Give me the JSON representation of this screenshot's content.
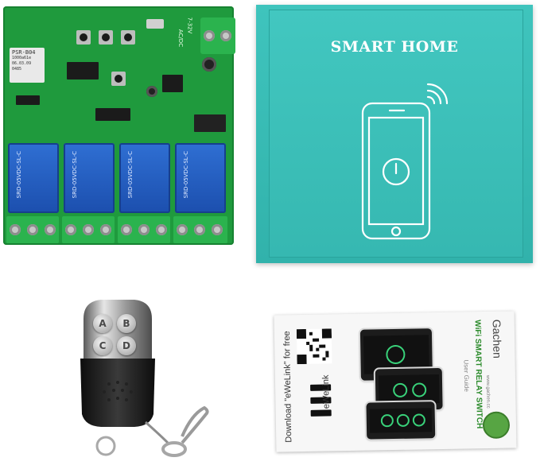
{
  "pcb": {
    "module_label": "PSR-B04",
    "module_line2": "1000a61e",
    "module_line3": "06.03.09",
    "module_line4": "0485",
    "voltage_label": "7-32V",
    "acdc_label": "AC/DC",
    "relays": [
      {
        "label": "SRD-05VDC-SL-C"
      },
      {
        "label": "SRD-05VDC-SL-C"
      },
      {
        "label": "SRD-05VDC-SL-C"
      },
      {
        "label": "SRD-05VDC-SL-C"
      }
    ]
  },
  "box": {
    "title": "SMART HOME",
    "icon": "smartphone-wifi-power-icon"
  },
  "remote": {
    "buttons": [
      "A",
      "B",
      "C",
      "D"
    ],
    "icon": "keyfob-remote-icon"
  },
  "manual": {
    "download_text": "Download \"eWeLink\" for free",
    "app_name": "eWeLink",
    "brand": "Gachen",
    "product_title": "WiFi SMART RELAY SWITCH",
    "user_guide": "User Guide",
    "website": "www.gachen.cc"
  },
  "colors": {
    "pcb_green": "#1f9a3d",
    "relay_blue": "#2f6fd3",
    "box_teal": "#3fc4bd",
    "power_green": "#39d27a"
  }
}
